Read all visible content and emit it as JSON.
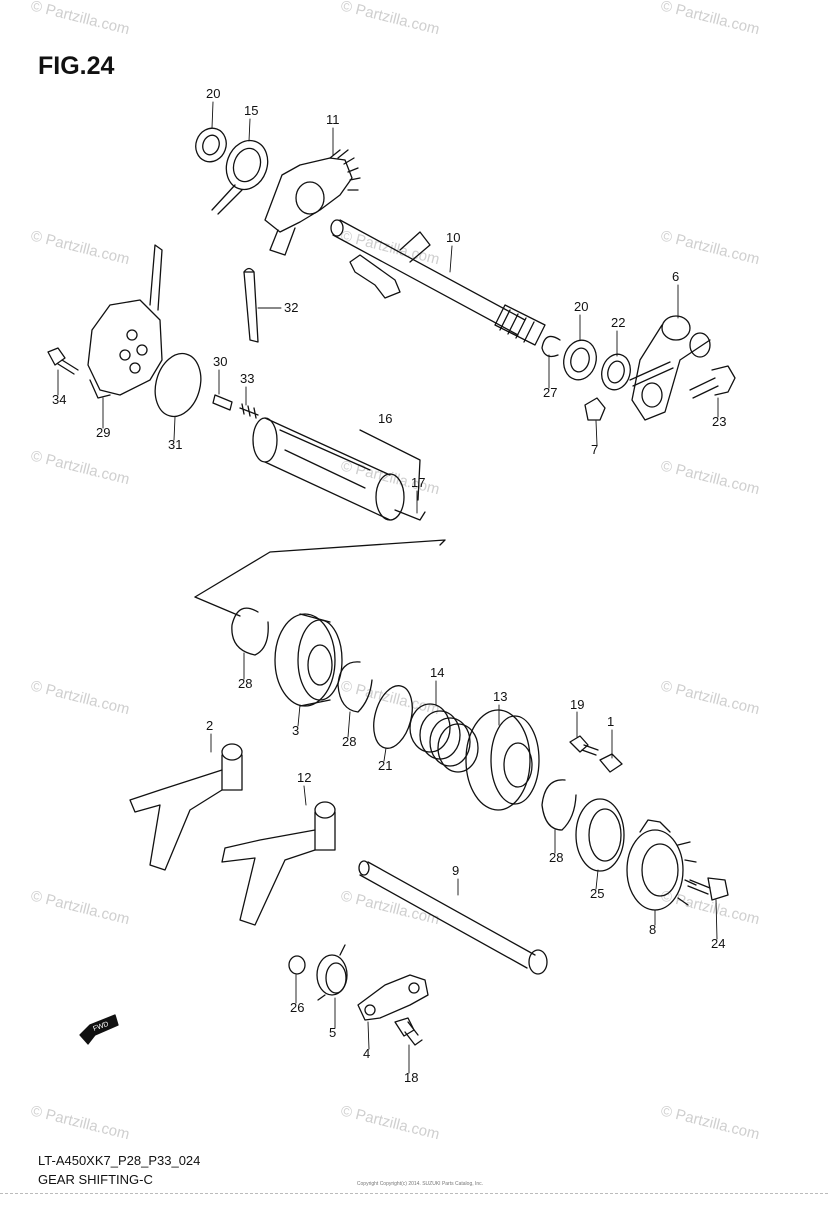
{
  "figure_title": "FIG.24",
  "model_code": "LT-A450XK7_P28_P33_024",
  "subtitle": "GEAR SHIFTING-C",
  "copyright_tiny": "Copyright Copyright(c) 2014. SUZUKI Parts Catalog, Inc.",
  "watermark": "© Partzilla.com",
  "fwd_label": "FWD",
  "colors": {
    "ink": "#111111",
    "watermark": "#cfcfcf"
  },
  "part_labels": [
    {
      "n": "20"
    },
    {
      "n": "15"
    },
    {
      "n": "11"
    },
    {
      "n": "10"
    },
    {
      "n": "32"
    },
    {
      "n": "6"
    },
    {
      "n": "20"
    },
    {
      "n": "22"
    },
    {
      "n": "34"
    },
    {
      "n": "29"
    },
    {
      "n": "31"
    },
    {
      "n": "30"
    },
    {
      "n": "33"
    },
    {
      "n": "27"
    },
    {
      "n": "7"
    },
    {
      "n": "23"
    },
    {
      "n": "16"
    },
    {
      "n": "17"
    },
    {
      "n": "28"
    },
    {
      "n": "3"
    },
    {
      "n": "14"
    },
    {
      "n": "28"
    },
    {
      "n": "21"
    },
    {
      "n": "13"
    },
    {
      "n": "19"
    },
    {
      "n": "1"
    },
    {
      "n": "2"
    },
    {
      "n": "12"
    },
    {
      "n": "28"
    },
    {
      "n": "25"
    },
    {
      "n": "9"
    },
    {
      "n": "8"
    },
    {
      "n": "24"
    },
    {
      "n": "26"
    },
    {
      "n": "5"
    },
    {
      "n": "4"
    },
    {
      "n": "18"
    }
  ]
}
